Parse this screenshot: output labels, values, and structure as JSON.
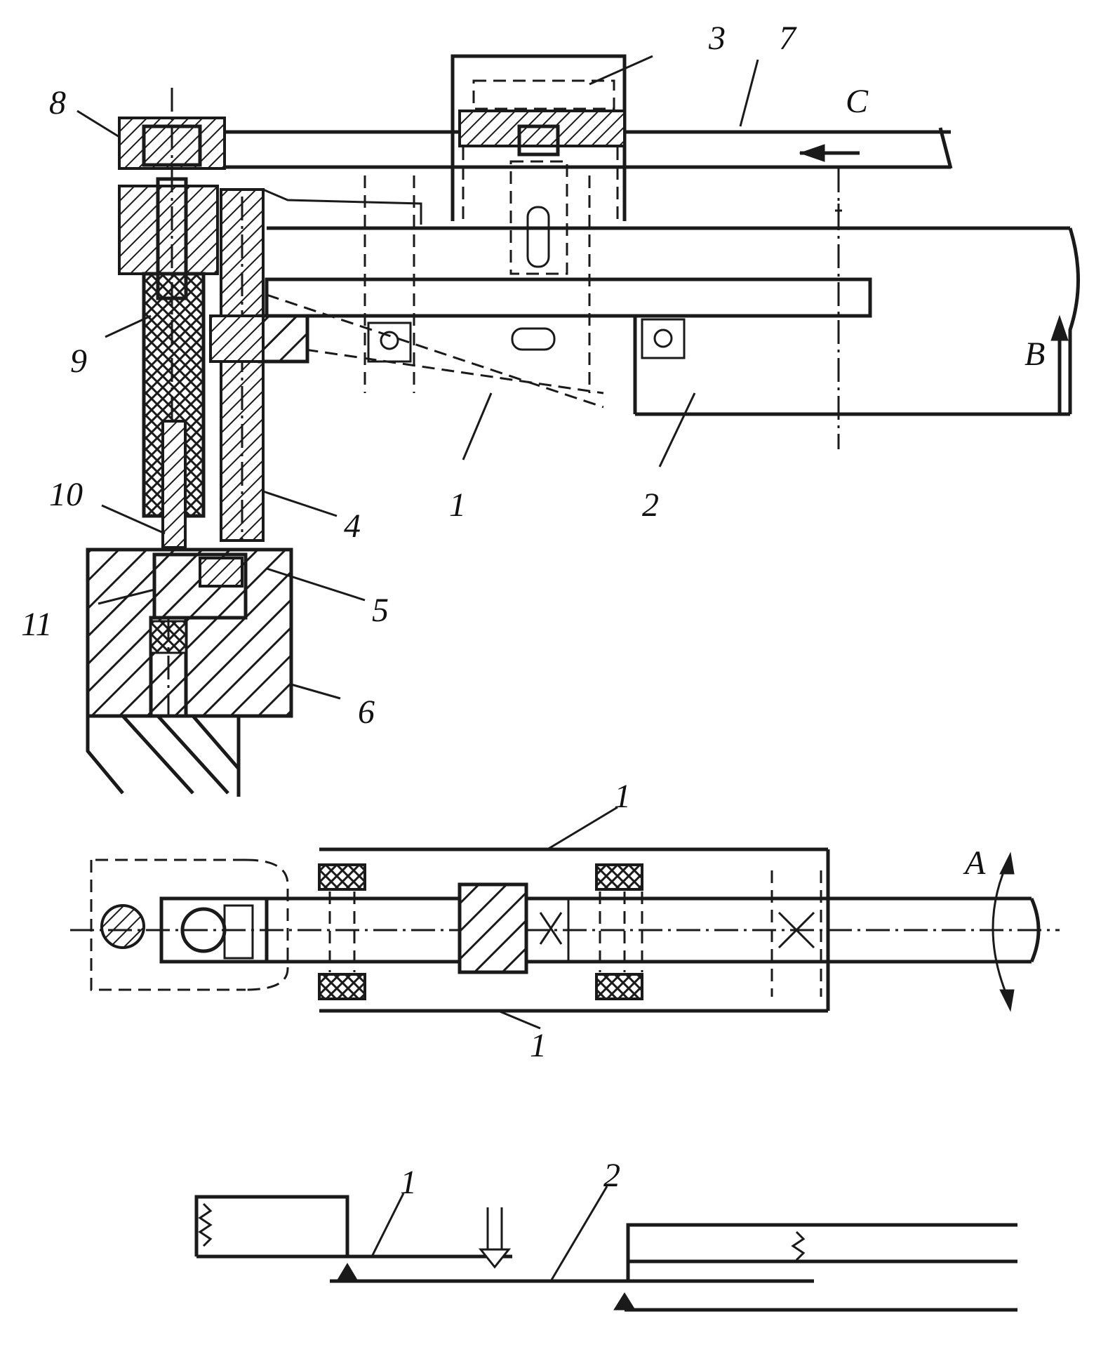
{
  "labels": {
    "l1a": "1",
    "l2a": "2",
    "l3": "3",
    "l4": "4",
    "l5": "5",
    "l6": "6",
    "l7": "7",
    "l8": "8",
    "l9": "9",
    "l10": "10",
    "l11": "11",
    "la": "A",
    "lb": "B",
    "lc": "C",
    "l1b": "1",
    "l1c": "1",
    "l1d": "1",
    "l2b": "2"
  },
  "colors": {
    "ink": "#1a1a1a",
    "paper": "#ffffff"
  }
}
